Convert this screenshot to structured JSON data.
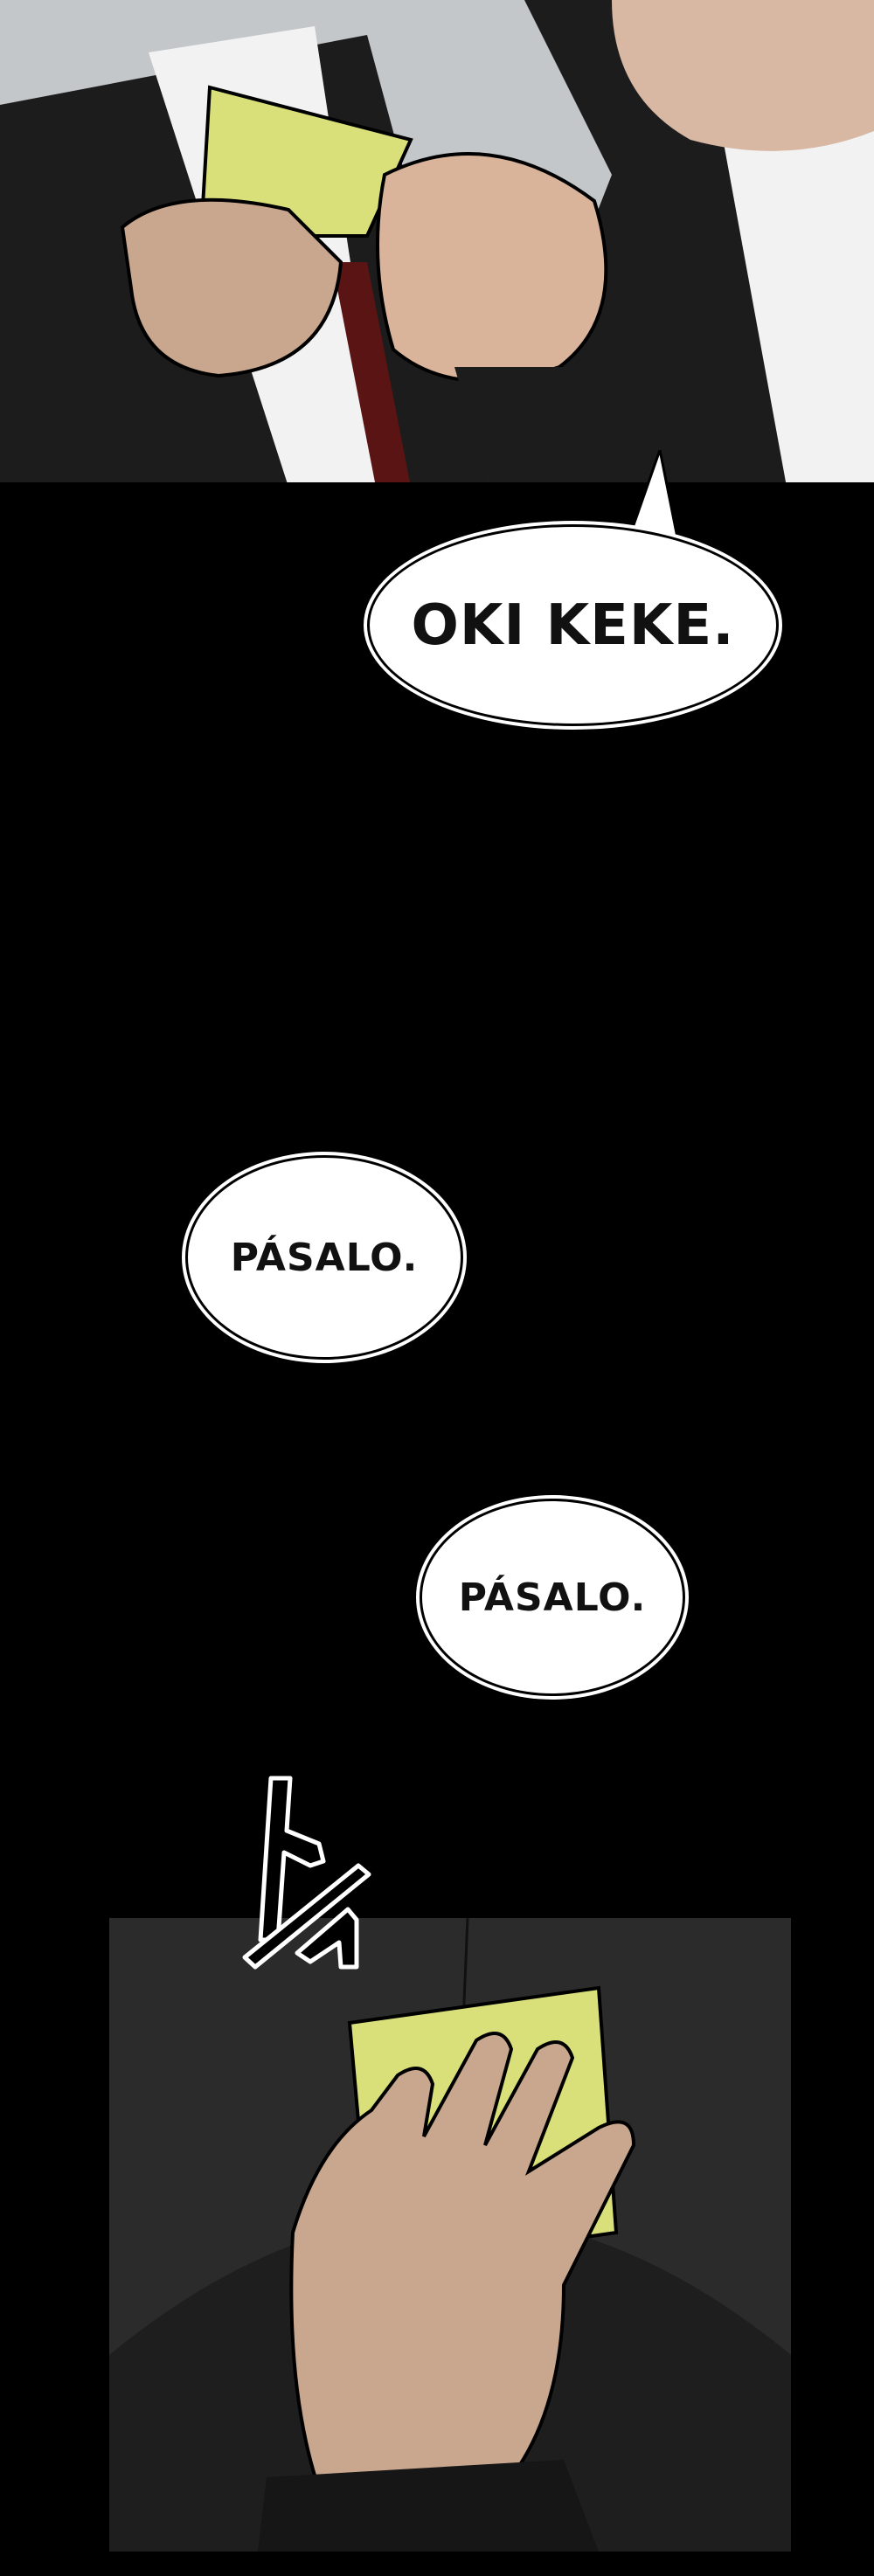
{
  "speech": {
    "bubble_1": "OKI KEKE.",
    "bubble_2": "PÁSALO.",
    "bubble_3": "PÁSALO."
  },
  "sfx": "슥",
  "colors": {
    "background": "#000000",
    "sticky_note": "#d9e07a",
    "suit": "#1c1c1c",
    "shirt": "#f2f2f2",
    "tie": "#5a1414",
    "skin": "#c9a78e",
    "desk_panel": "#2e2e2e"
  }
}
